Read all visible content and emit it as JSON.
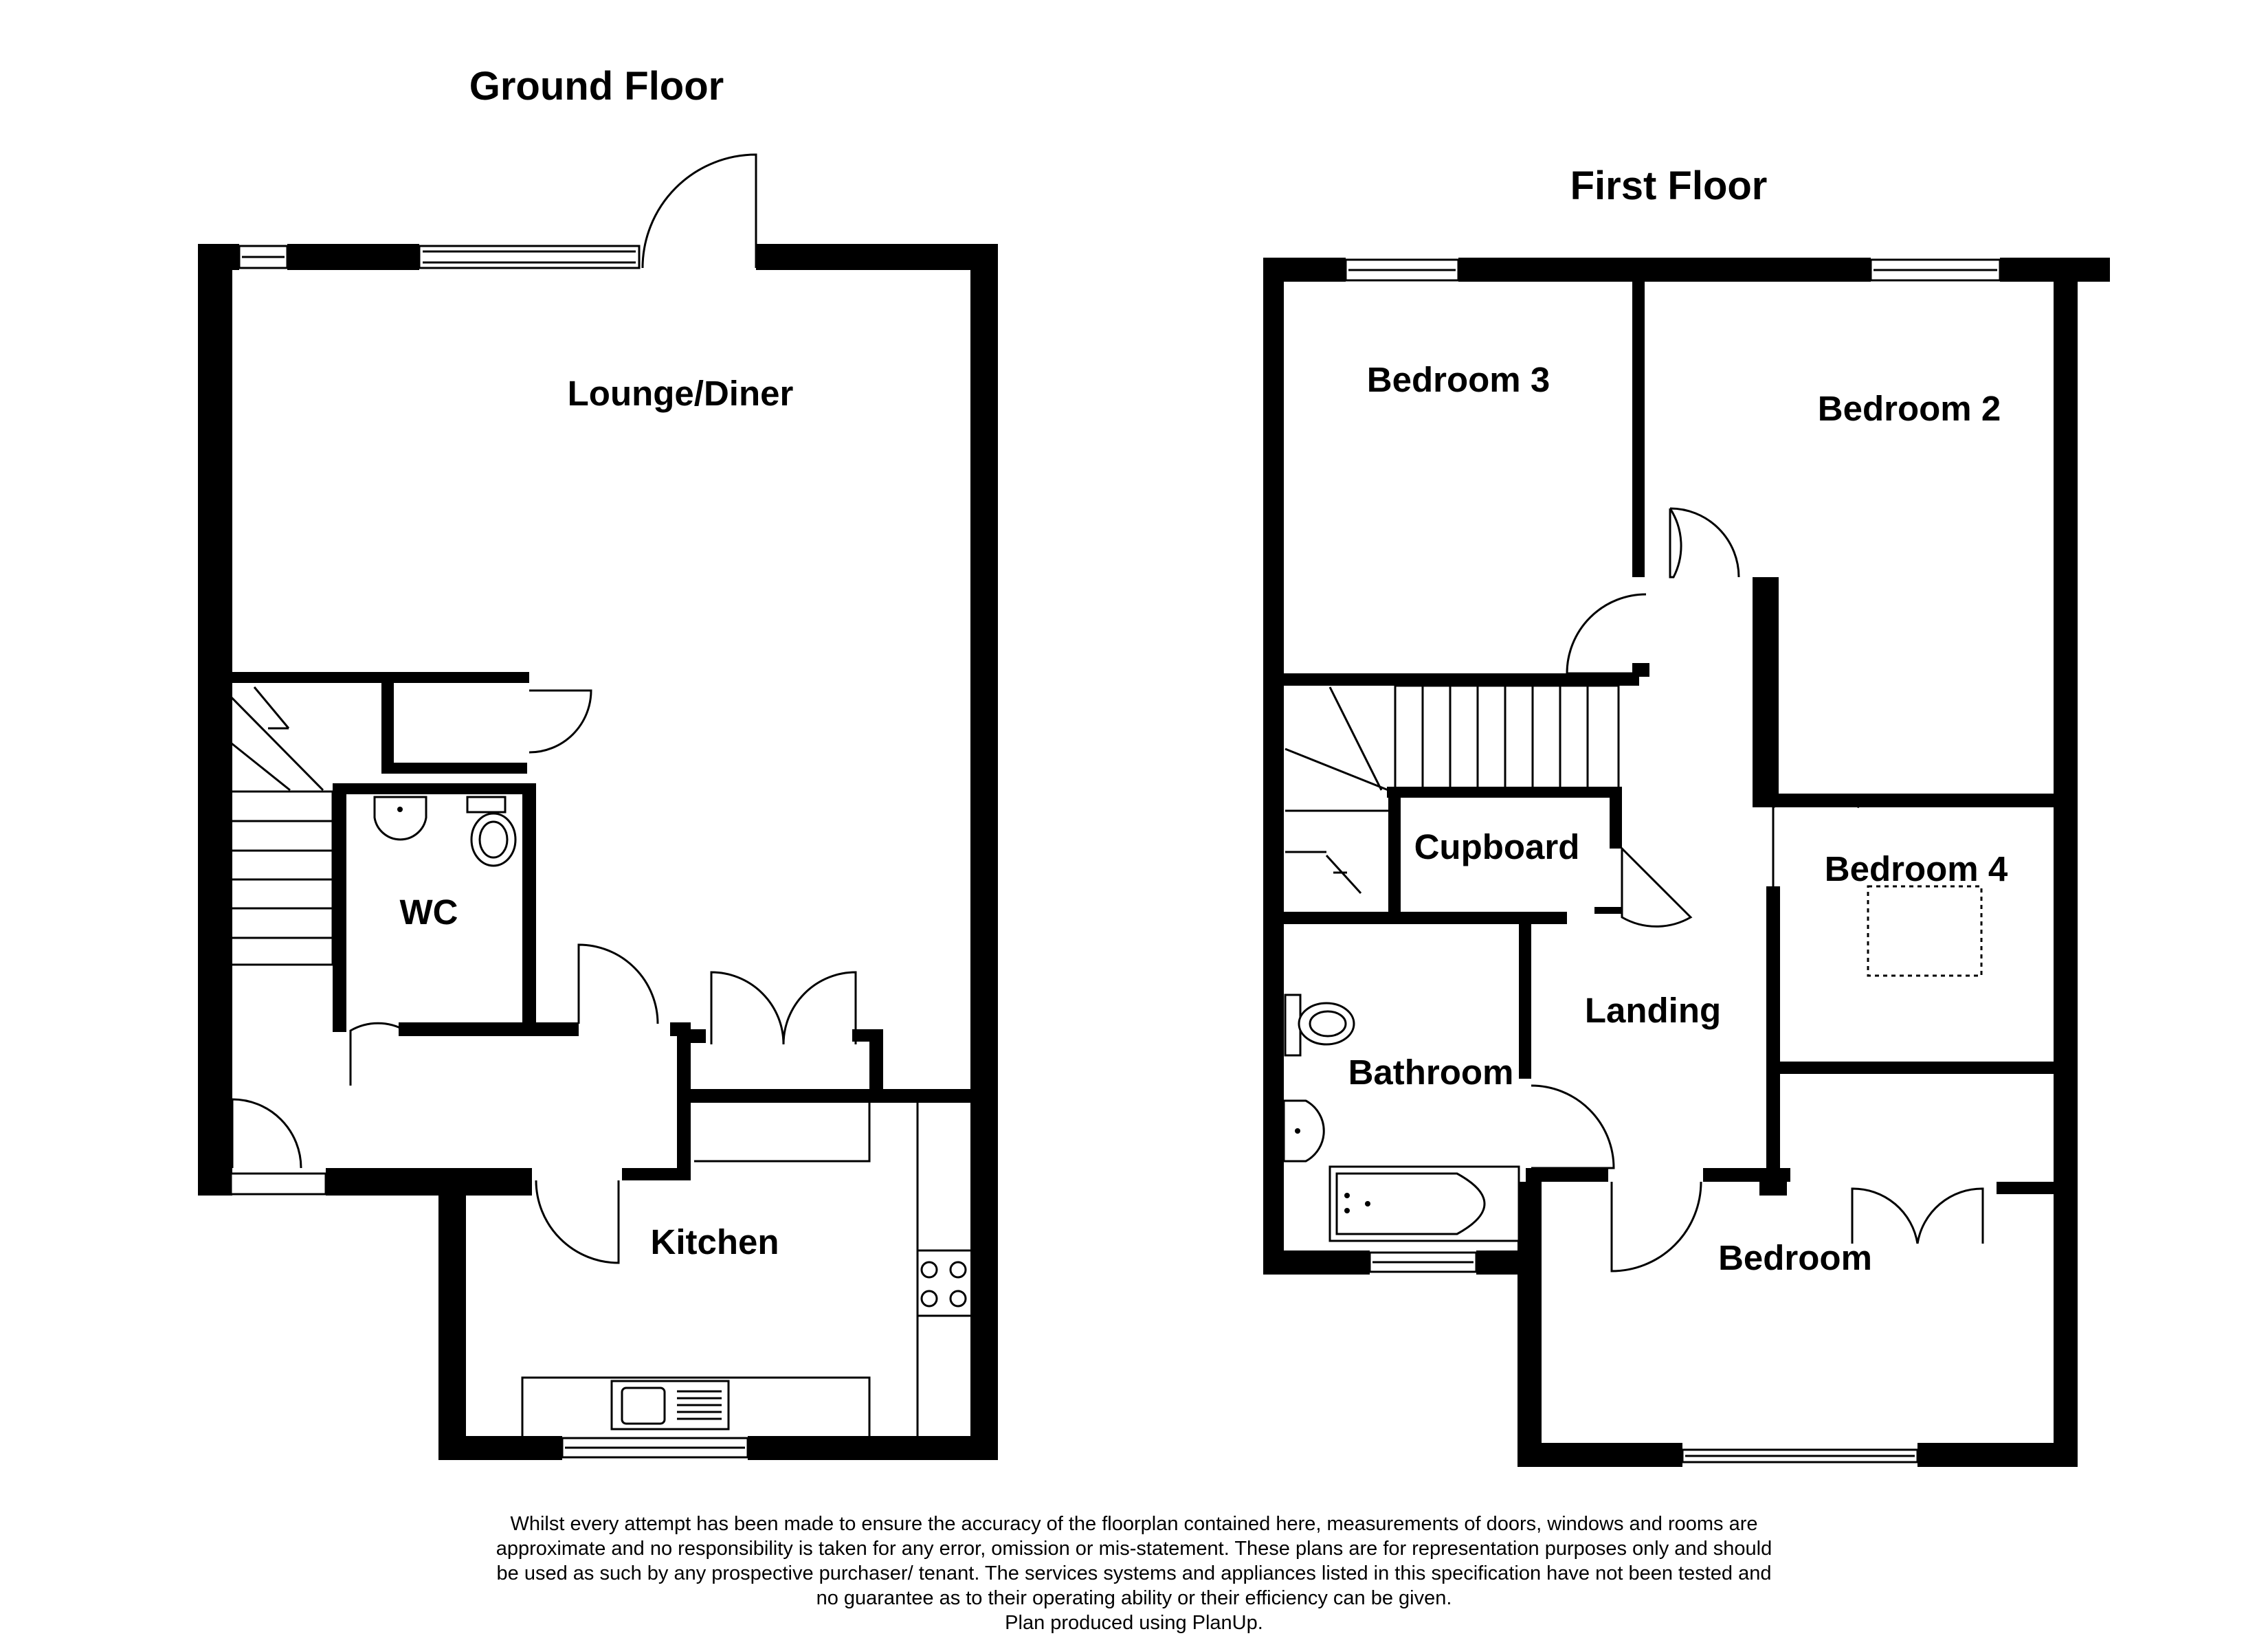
{
  "floors": {
    "ground": {
      "title": "Ground Floor",
      "rooms": {
        "lounge": "Lounge/Diner",
        "wc": "WC",
        "kitchen": "Kitchen"
      }
    },
    "first": {
      "title": "First Floor",
      "rooms": {
        "bedroom3": "Bedroom 3",
        "bedroom2": "Bedroom 2",
        "cupboard": "Cupboard",
        "bedroom4": "Bedroom 4",
        "landing": "Landing",
        "bathroom": "Bathroom",
        "bedroom": "Bedroom"
      }
    }
  },
  "disclaimer": {
    "line1": "Whilst every attempt has been made to ensure the accuracy of the floorplan contained here, measurements of doors, windows and rooms are",
    "line2": "approximate and no responsibility is taken for any error, omission or mis-statement. These plans are for representation purposes only and should",
    "line3": "be used as such by any prospective purchaser/ tenant. The services systems and appliances listed in this specification have not been tested and",
    "line4": "no guarantee as to their operating ability or their efficiency can be given.",
    "line5": "Plan produced using PlanUp."
  },
  "colors": {
    "wall": "#000000",
    "background": "#ffffff"
  }
}
